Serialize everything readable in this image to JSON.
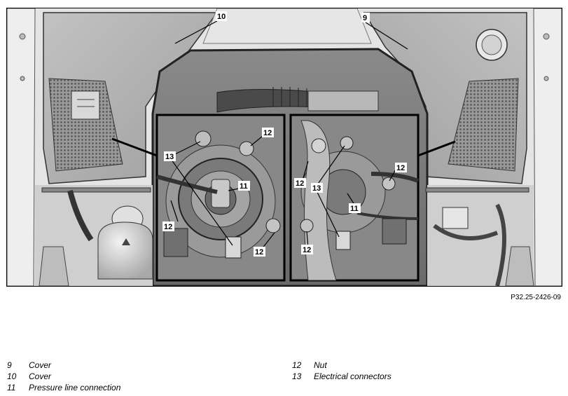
{
  "figure_ref": "P32.25-2426-09",
  "callouts": {
    "c9": "9",
    "c10": "10",
    "c11": "11",
    "c12": "12",
    "c13": "13"
  },
  "legend_left": [
    {
      "num": "9",
      "text": "Cover"
    },
    {
      "num": "10",
      "text": "Cover"
    },
    {
      "num": "11",
      "text": "Pressure line connection"
    }
  ],
  "legend_right": [
    {
      "num": "12",
      "text": "Nut"
    },
    {
      "num": "13",
      "text": "Electrical connectors"
    }
  ]
}
